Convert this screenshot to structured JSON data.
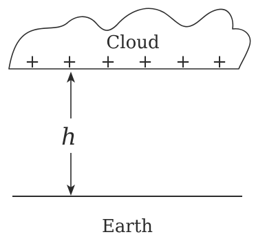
{
  "cloud": {
    "label": "Cloud",
    "charges": [
      "+",
      "+",
      "+",
      "+",
      "+",
      "+"
    ]
  },
  "height": {
    "label": "h"
  },
  "ground": {
    "label": "Earth"
  }
}
